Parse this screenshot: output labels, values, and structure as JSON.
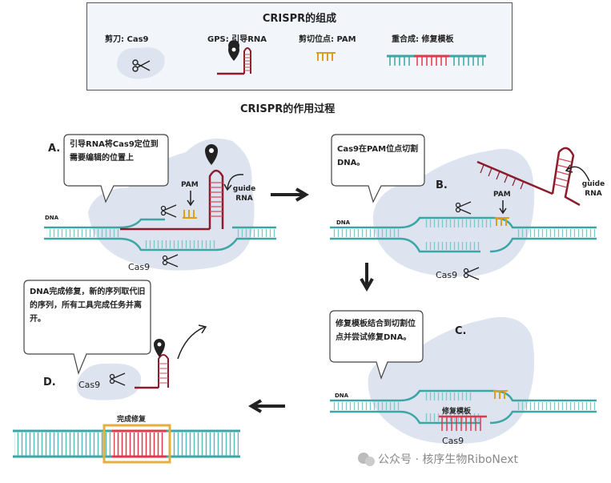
{
  "legend": {
    "title": "CRISPR的组成",
    "items": [
      {
        "label": "剪刀: Cas9"
      },
      {
        "label": "GPS: 引导RNA"
      },
      {
        "label": "剪切位点: PAM"
      },
      {
        "label": "重合成: 修复模板"
      }
    ]
  },
  "process_title": "CRISPR的作用过程",
  "panels": {
    "A": {
      "letter": "A.",
      "bubble": "引导RNA将Cas9定位到需要编辑的位置上",
      "pam": "PAM",
      "guide": "guide RNA",
      "dna": "DNA",
      "cas9": "Cas9"
    },
    "B": {
      "letter": "B.",
      "bubble": "Cas9在PAM位点切割DNA。",
      "pam": "PAM",
      "guide": "guide RNA",
      "dna": "DNA",
      "cas9": "Cas9"
    },
    "C": {
      "letter": "C.",
      "bubble": "修复模板结合到切割位点并尝试修复DNA。",
      "dna": "DNA",
      "template": "修复模板",
      "cas9": "Cas9"
    },
    "D": {
      "letter": "D.",
      "bubble": "DNA完成修复，新的序列取代旧的序列，所有工具完成任务并离开。",
      "cas9": "Cas9",
      "complete": "完成修复"
    }
  },
  "watermark": "公众号 · 核序生物RiboNext",
  "colors": {
    "dna": "#3aa6a6",
    "dna_light": "#7cc9c9",
    "rna": "#8b1c2c",
    "pam": "#d9a020",
    "template": "#e03a4a",
    "cas9_blob": "#dde3ef",
    "frame": "#e3b040"
  }
}
